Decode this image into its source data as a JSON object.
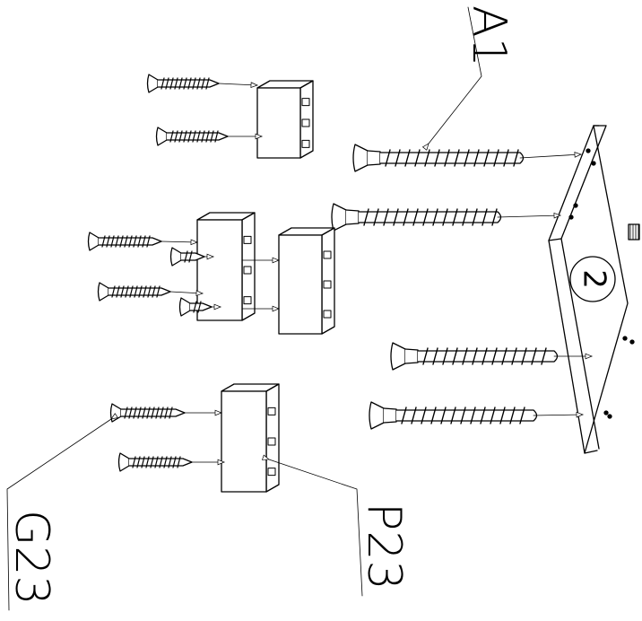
{
  "labels": {
    "screw_long": "A1",
    "screw_short": "G23",
    "block": "P23",
    "panel_number": "2"
  },
  "colors": {
    "ink": "#000000",
    "paper": "#ffffff",
    "shade": "#d8d8d8"
  }
}
